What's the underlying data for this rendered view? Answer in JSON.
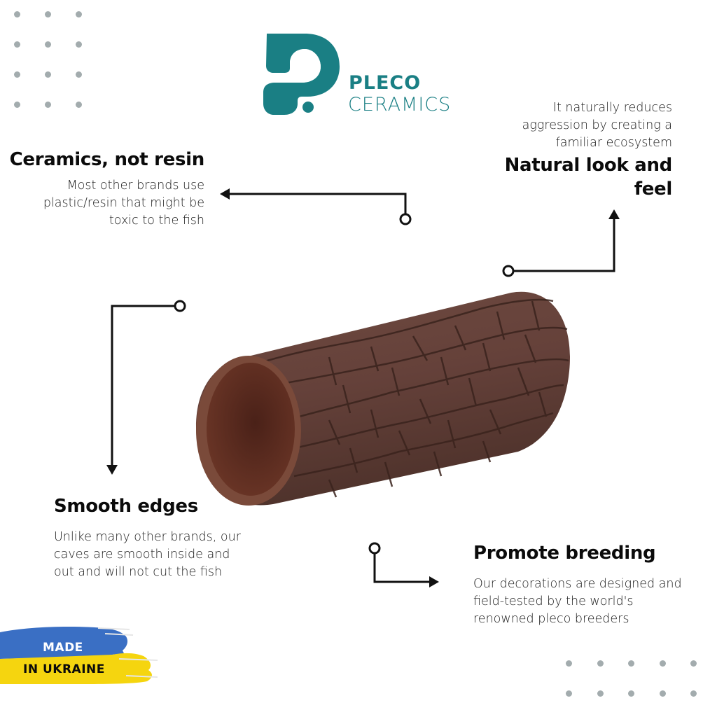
{
  "brand": {
    "name_line1": "PLECO",
    "name_line2": "CERAMICS",
    "color": "#1a7f84"
  },
  "features": [
    {
      "id": "ceramics",
      "title": "Ceramics, not resin",
      "description_lines": [
        "Most other brands use",
        "plastic/resin that might be",
        "toxic to the fish"
      ]
    },
    {
      "id": "natural",
      "title_lines": [
        "Natural look and",
        "feel"
      ],
      "description_lines": [
        "It naturally reduces",
        "aggression by creating a",
        "familiar ecosystem"
      ]
    },
    {
      "id": "smooth",
      "title": "Smooth edges",
      "description_lines": [
        "Unlike many other brands, our",
        "caves are smooth inside and",
        "out and will not cut the fish"
      ]
    },
    {
      "id": "breeding",
      "title": "Promote breeding",
      "description_lines": [
        "Our decorations are designed and",
        "field-tested by the world's",
        "renowned  pleco breeders"
      ]
    }
  ],
  "badge": {
    "line1": "MADE",
    "line2": "IN UKRAINE",
    "blue": "#3a6fc4",
    "yellow": "#f5d50f"
  },
  "product": {
    "name": "ceramic-cave-tube",
    "color": "#6b443b"
  },
  "colors": {
    "dots": "#a3acae",
    "text": "#111111",
    "connector": "#111111"
  }
}
